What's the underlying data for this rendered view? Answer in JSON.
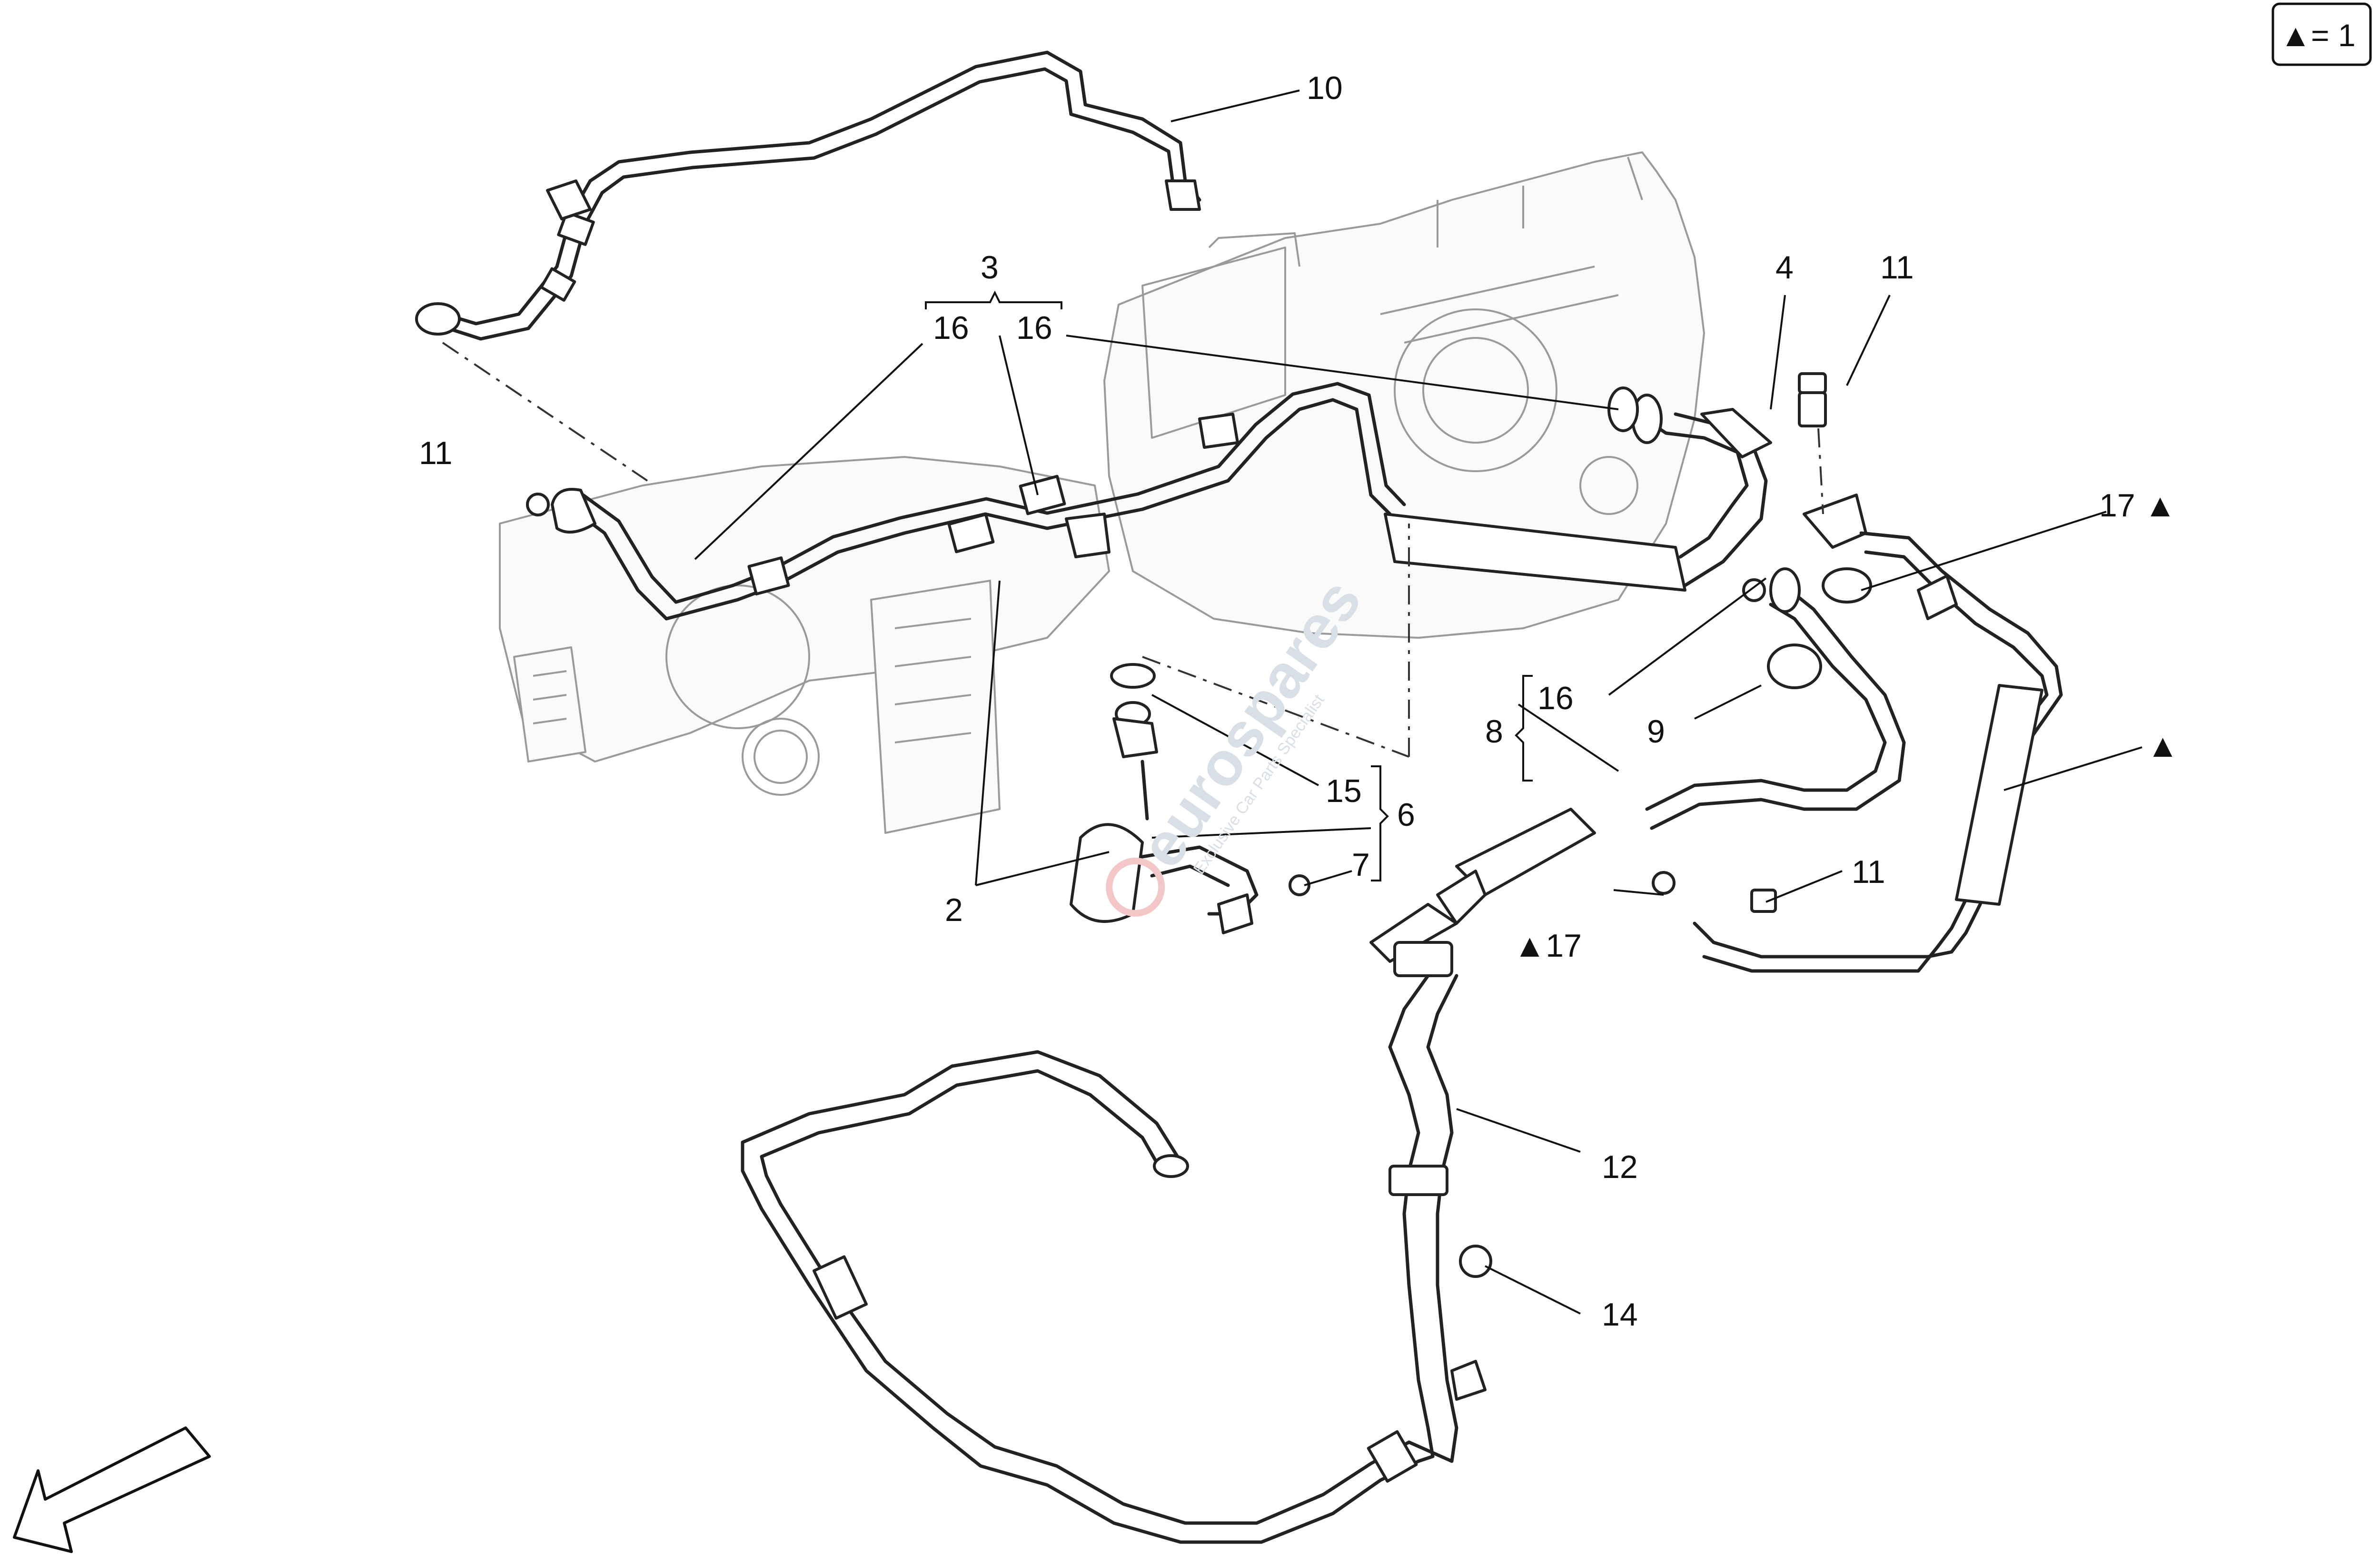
{
  "legend": {
    "symbol": "▲",
    "text": "= 1"
  },
  "watermark": {
    "brand": "eurospares",
    "tagline": "Exclusive Car Parts Specialist"
  },
  "callouts": {
    "c10": "10",
    "c3": "3",
    "c16a": "16",
    "c16b": "16",
    "c4": "4",
    "c11a": "11",
    "c11b": "11",
    "c17a": "17 ▲",
    "c16c": "16",
    "c8": "8",
    "c9": "9",
    "ctri": "▲",
    "c15": "15",
    "c6": "6",
    "c7": "7",
    "c2": "2",
    "c11c": "11",
    "c17b": "▲17",
    "c12": "12",
    "c14": "14"
  }
}
